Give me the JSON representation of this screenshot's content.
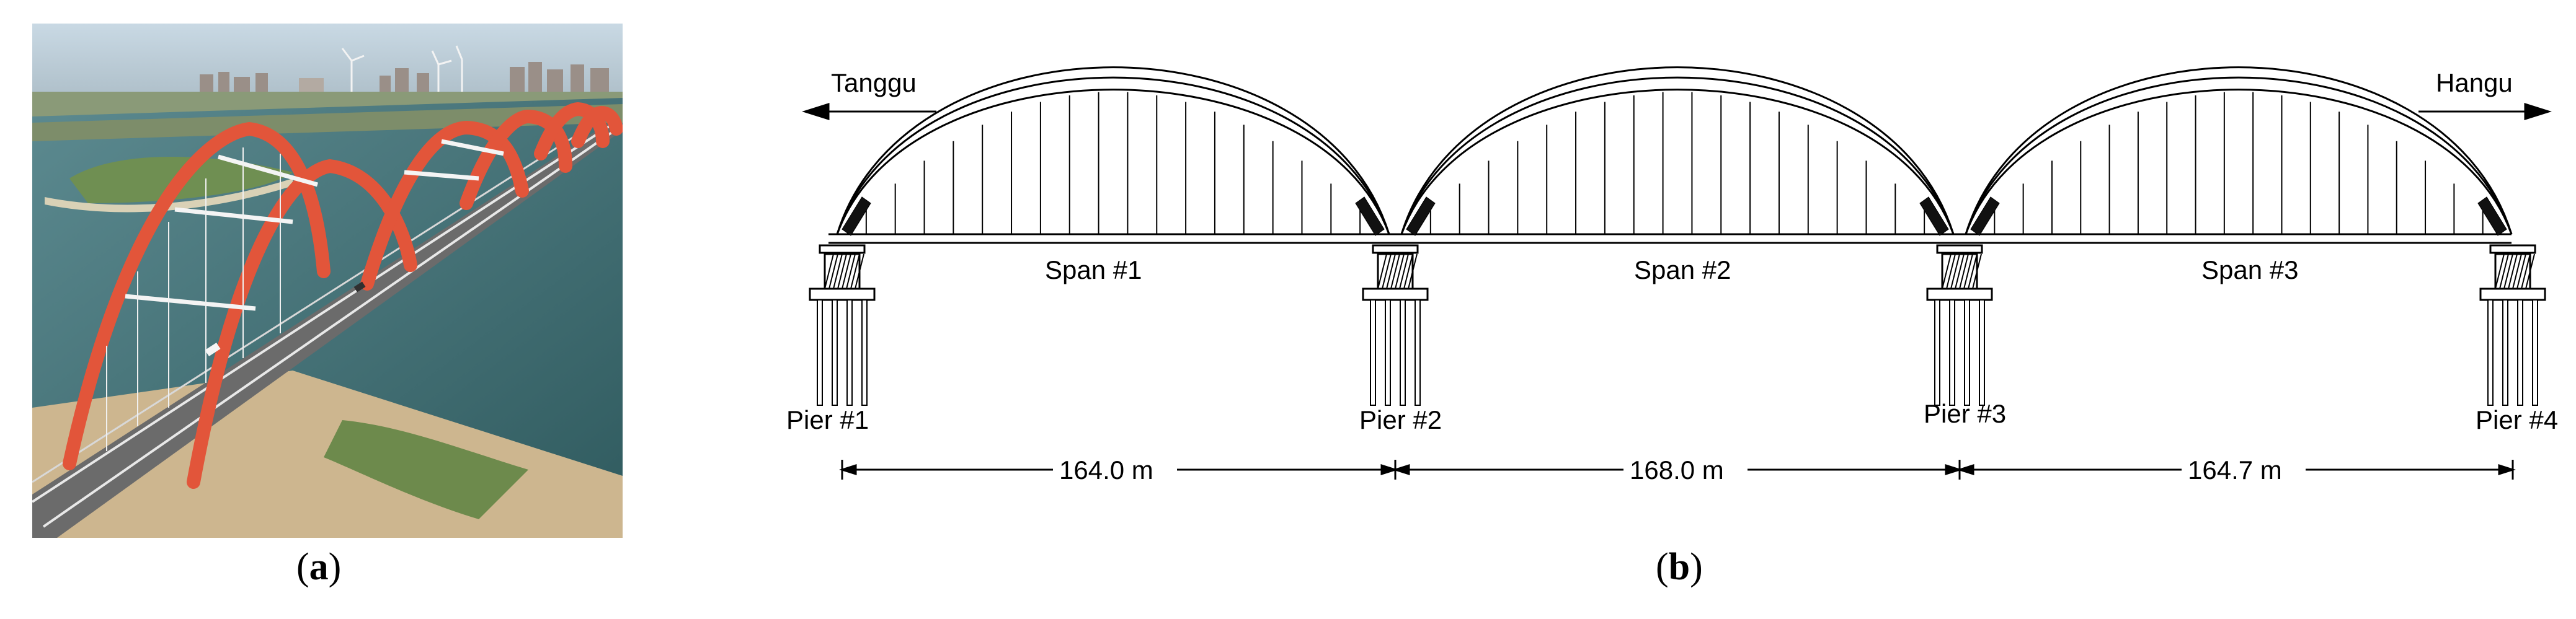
{
  "captions": {
    "a": "a",
    "b": "b"
  },
  "diagram": {
    "directions": {
      "left": "Tanggu",
      "right": "Hangu"
    },
    "spans": [
      {
        "label": "Span #1",
        "length": "164.0 m"
      },
      {
        "label": "Span #2",
        "length": "168.0 m"
      },
      {
        "label": "Span #3",
        "length": "164.7 m"
      }
    ],
    "piers": [
      "Pier #1",
      "Pier #2",
      "Pier #3",
      "Pier #4"
    ]
  },
  "colors": {
    "arch": "#e2553a",
    "water": "#3f6f72",
    "sky": "#b9cfdc",
    "line": "#000000"
  }
}
